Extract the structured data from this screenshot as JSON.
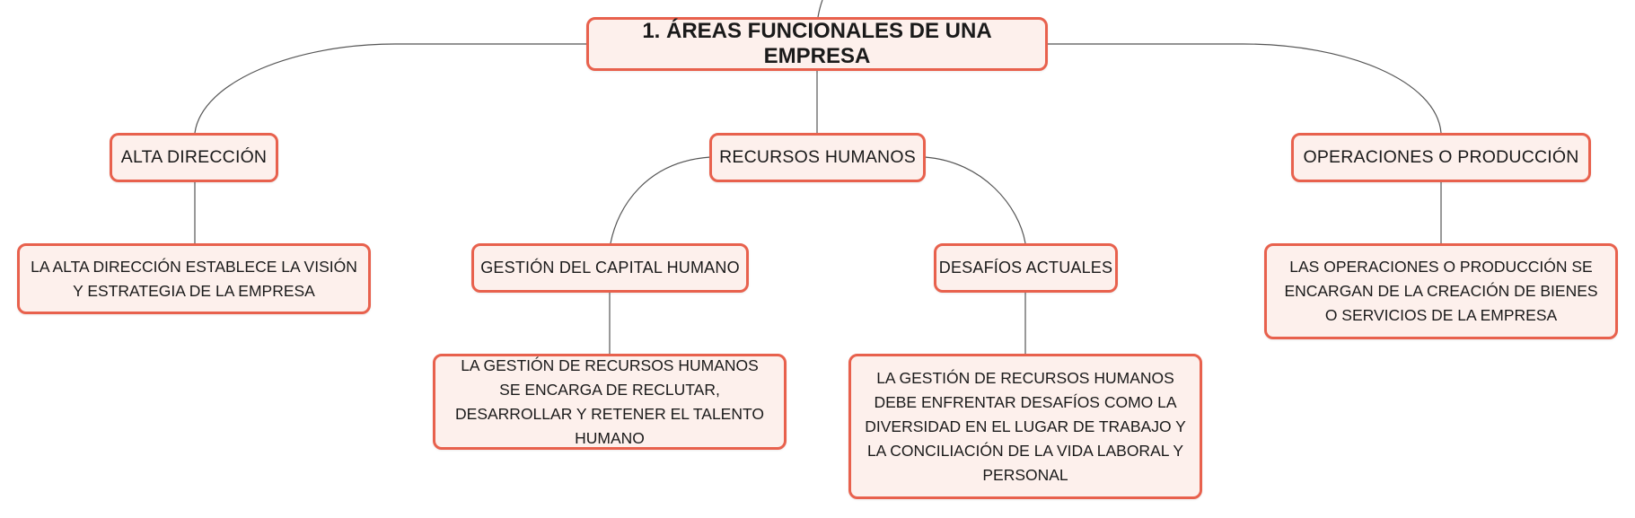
{
  "colors": {
    "node_border": "#e8614d",
    "node_fill": "#fdf0ec",
    "connector": "#555555",
    "text": "#1a1a1a"
  },
  "root": {
    "label": "1. ÁREAS FUNCIONALES DE UNA EMPRESA"
  },
  "branches": {
    "alta_direccion": {
      "label": "ALTA DIRECCIÓN",
      "detail": "LA ALTA DIRECCIÓN ESTABLECE LA VISIÓN Y ESTRATEGIA DE LA EMPRESA"
    },
    "recursos_humanos": {
      "label": "RECURSOS HUMANOS",
      "gestion": {
        "label": "GESTIÓN DEL CAPITAL HUMANO",
        "detail": "LA GESTIÓN DE RECURSOS HUMANOS SE ENCARGA DE RECLUTAR, DESARROLLAR Y RETENER EL TALENTO HUMANO"
      },
      "desafios": {
        "label": "DESAFÍOS ACTUALES",
        "detail": "LA GESTIÓN DE RECURSOS HUMANOS DEBE ENFRENTAR DESAFÍOS COMO LA DIVERSIDAD EN EL LUGAR DE TRABAJO Y LA CONCILIACIÓN DE LA VIDA LABORAL Y PERSONAL"
      }
    },
    "operaciones": {
      "label": "OPERACIONES O PRODUCCIÓN",
      "detail": "LAS OPERACIONES O PRODUCCIÓN SE ENCARGAN DE LA CREACIÓN DE BIENES O SERVICIOS DE LA EMPRESA"
    }
  }
}
